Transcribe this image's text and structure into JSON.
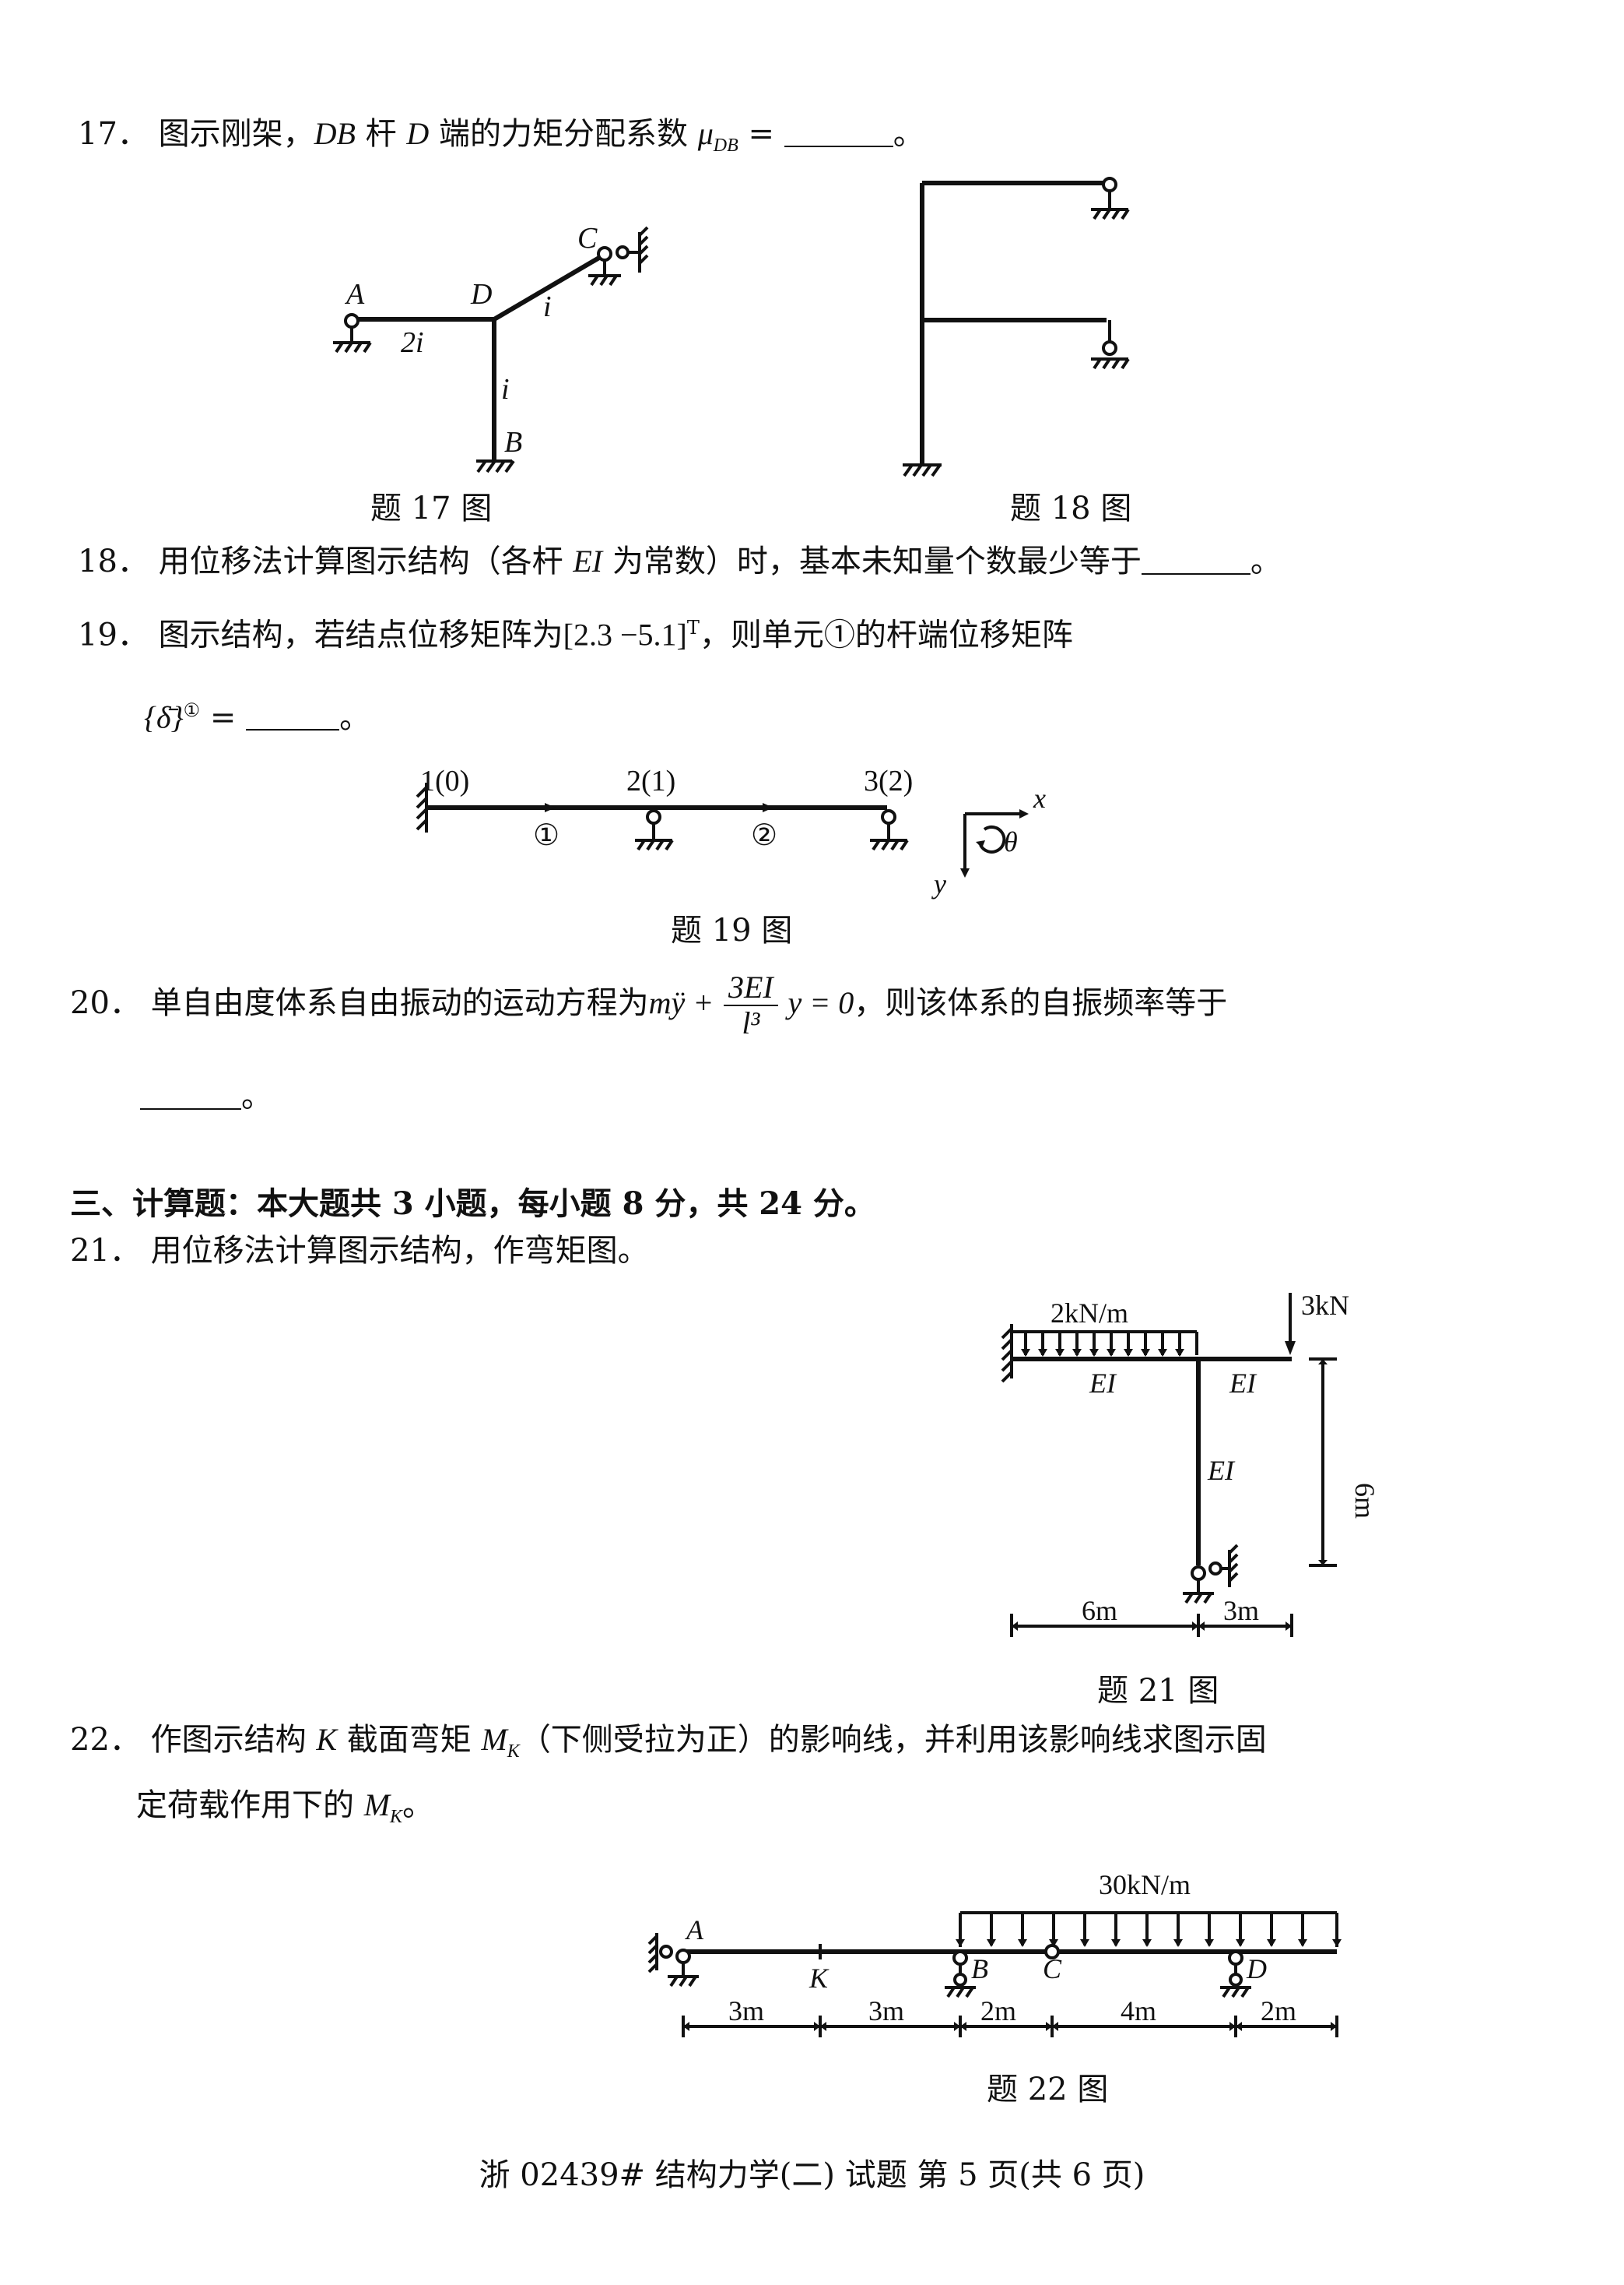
{
  "q17": {
    "number": "17．",
    "text_a": "图示刚架，",
    "db": "DB",
    "text_b": " 杆 ",
    "d": "D",
    "text_c": " 端的力矩分配系数 ",
    "mu": "μ",
    "mu_sub": "DB",
    "eq": " =",
    "end": "。"
  },
  "fig17": {
    "caption": "题 17 图",
    "labels": {
      "A": "A",
      "D": "D",
      "C": "C",
      "B": "B",
      "i_ad": "2i",
      "i_dc": "i",
      "i_db": "i"
    }
  },
  "fig18": {
    "caption": "题 18 图"
  },
  "q18": {
    "number": "18．",
    "text_a": "用位移法计算图示结构（各杆 ",
    "ei": "EI",
    "text_b": " 为常数）时，基本未知量个数最少等于",
    "end": "。"
  },
  "q19": {
    "number": "19．",
    "text_a": "图示结构，若结点位移矩阵为",
    "matrix": "[2.3   −5.1]",
    "sup": "T",
    "text_b": "，则单元①的杆端位移矩阵",
    "delta_expr": "{δ̄}",
    "delta_sup": "①",
    "eq": " =",
    "end": "。"
  },
  "fig19": {
    "caption": "题 19 图",
    "labels": {
      "n1": "1(0)",
      "n2": "2(1)",
      "n3": "3(2)",
      "e1": "①",
      "e2": "②",
      "x": "x",
      "y": "y",
      "theta": "θ"
    }
  },
  "q20": {
    "number": "20．",
    "text_a": "单自由度体系自由振动的运动方程为",
    "m_term": "mÿ +",
    "frac_num": "3EI",
    "frac_den": "l³",
    "y_term": "y = 0",
    "text_b": "，则该体系的自振频率等于",
    "end": "。"
  },
  "section3": {
    "title": "三、计算题：本大题共 3 小题，每小题 8 分，共 24 分。"
  },
  "q21": {
    "number": "21．",
    "text": "用位移法计算图示结构，作弯矩图。"
  },
  "fig21": {
    "caption": "题 21 图",
    "labels": {
      "load": "2kN/m",
      "point_load": "3kN",
      "ei1": "EI",
      "ei2": "EI",
      "ei3": "EI",
      "h": "6m",
      "w1": "6m",
      "w2": "3m"
    }
  },
  "q22": {
    "number": "22．",
    "text_a": "作图示结构 ",
    "k": "K",
    "text_b": " 截面弯矩 ",
    "m": "M",
    "m_sub": "K",
    "text_c": "（下侧受拉为正）的影响线，并利用该影响线求图示固",
    "line2": "定荷载作用下的 ",
    "end": "。"
  },
  "fig22": {
    "caption": "题 22 图",
    "labels": {
      "load": "30kN/m",
      "A": "A",
      "K": "K",
      "B": "B",
      "C": "C",
      "D": "D",
      "d1": "3m",
      "d2": "3m",
      "d3": "2m",
      "d4": "4m",
      "d5": "2m"
    }
  },
  "footer": {
    "text": "浙 02439# 结构力学(二) 试题 第 5 页(共 6 页)"
  }
}
